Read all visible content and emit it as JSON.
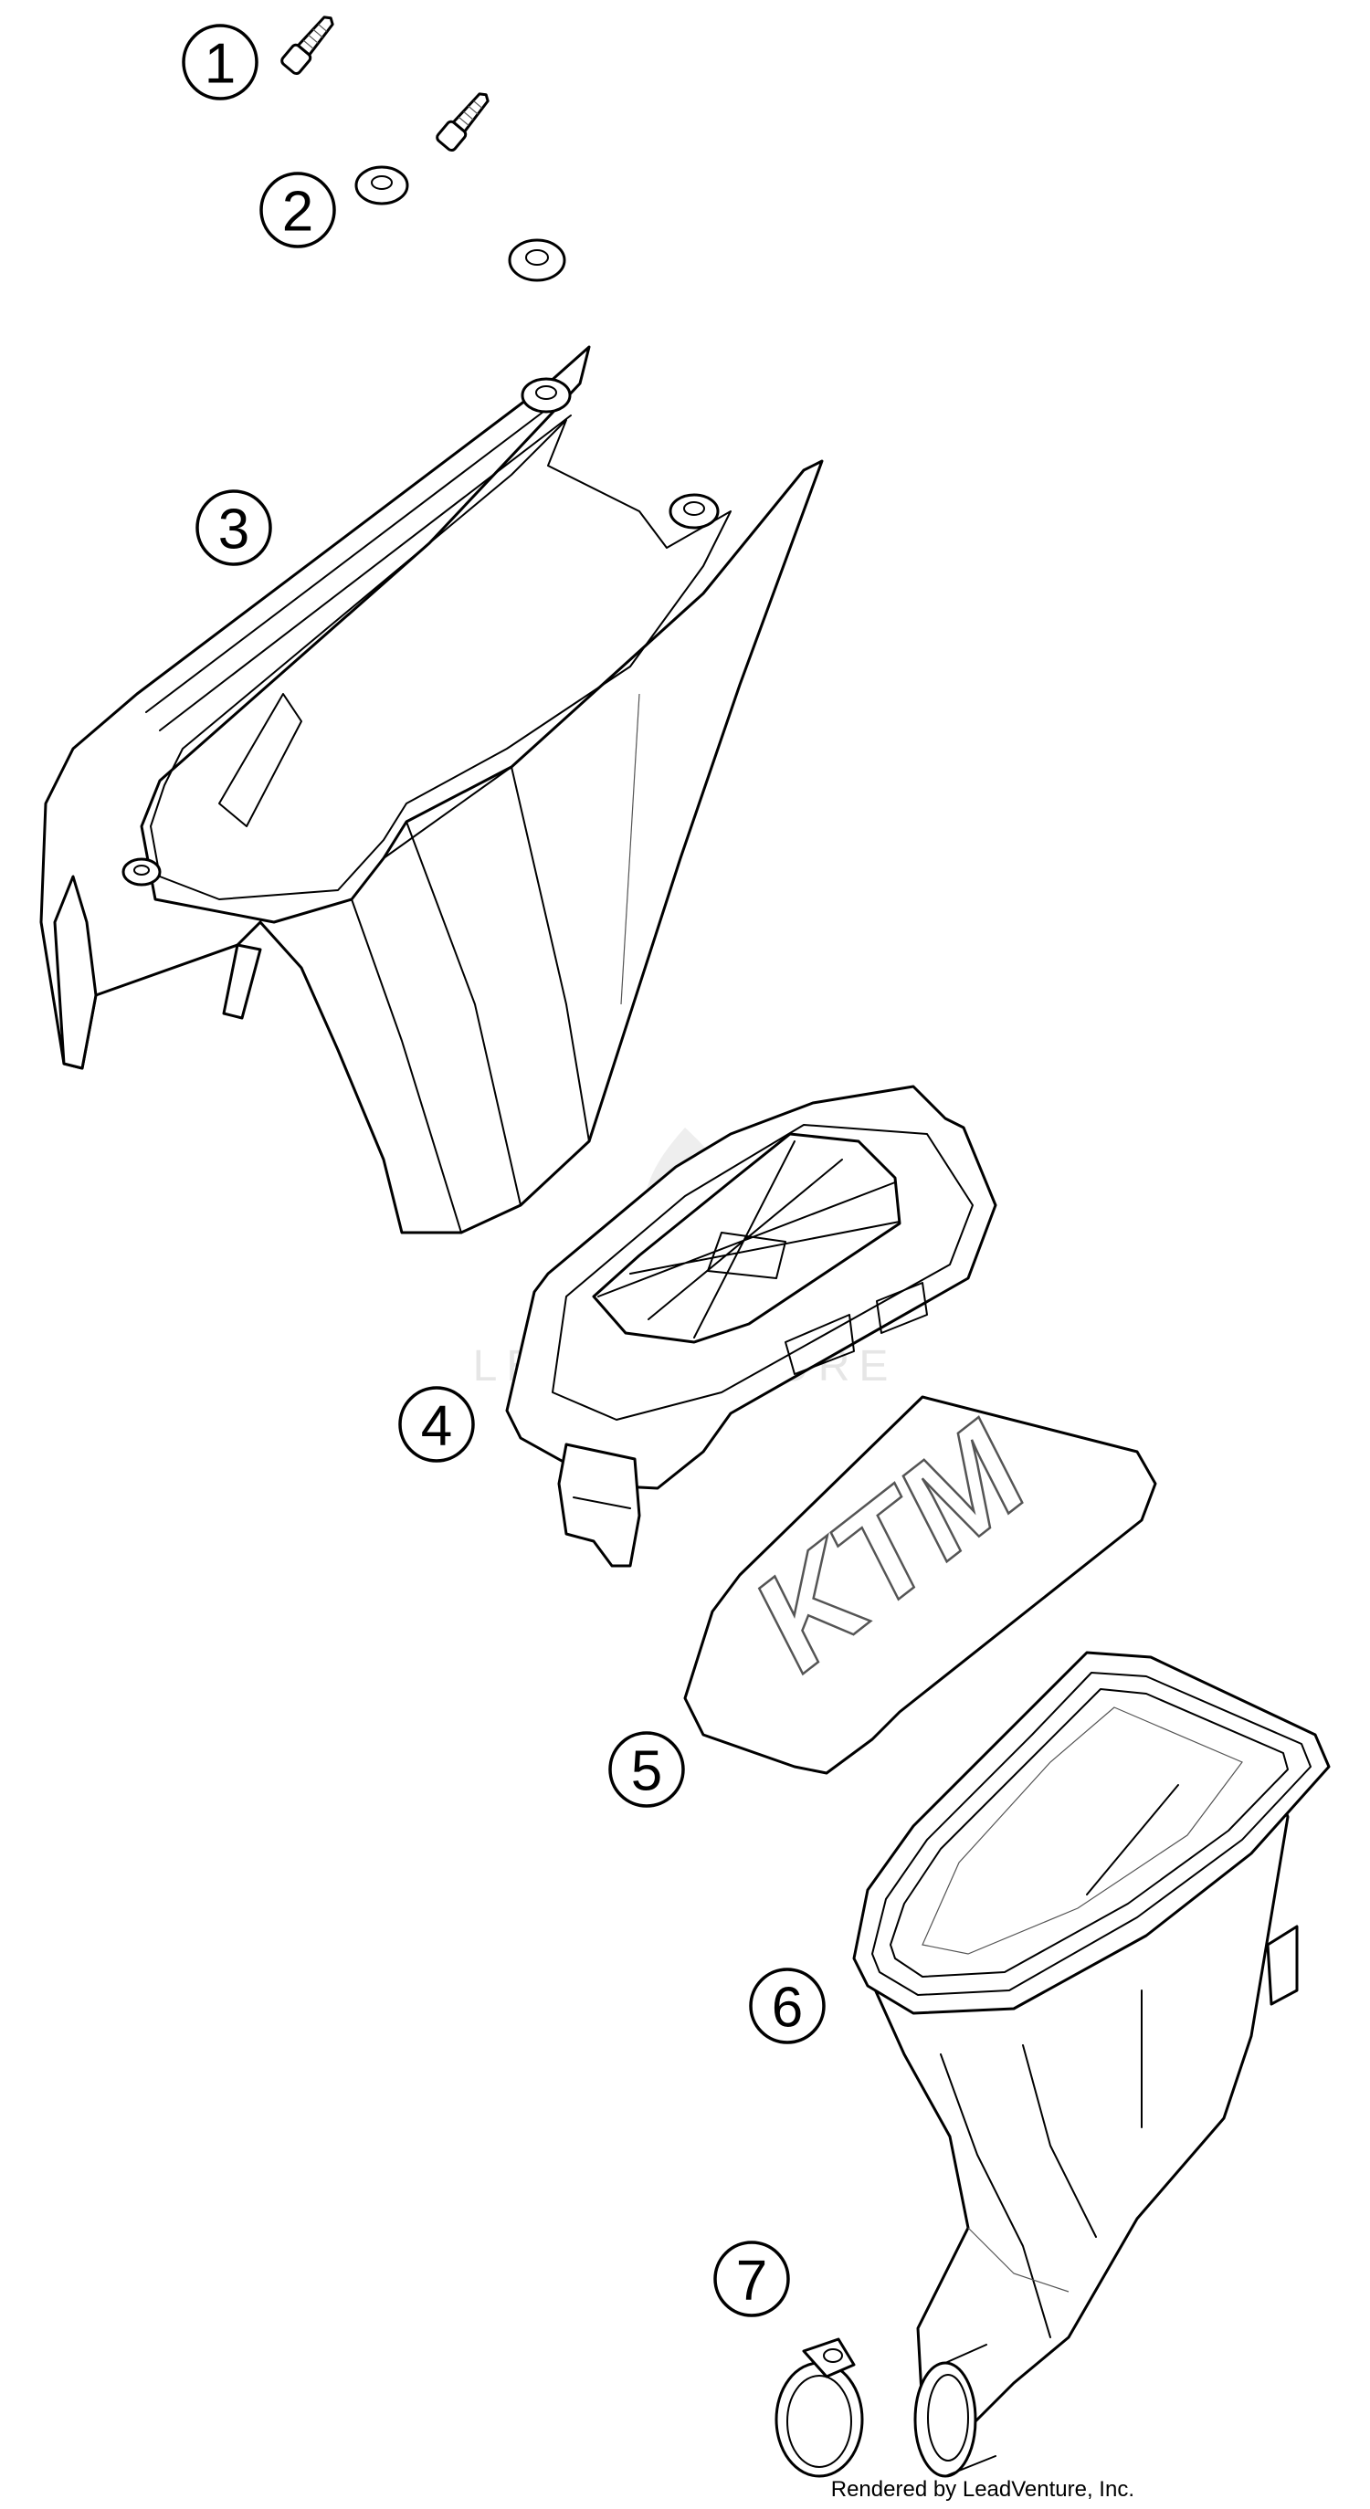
{
  "diagram": {
    "callouts": [
      {
        "number": "1",
        "part": "screw"
      },
      {
        "number": "2",
        "part": "washer"
      },
      {
        "number": "3",
        "part": "airbox"
      },
      {
        "number": "4",
        "part": "air-filter-cage"
      },
      {
        "number": "5",
        "part": "air-filter"
      },
      {
        "number": "6",
        "part": "intake-boot"
      },
      {
        "number": "7",
        "part": "hose-clamp"
      }
    ],
    "filter_logo": "KTM",
    "watermark": "LEADVENTURE"
  },
  "footer": {
    "credit": "Rendered by LeadVenture, Inc."
  }
}
